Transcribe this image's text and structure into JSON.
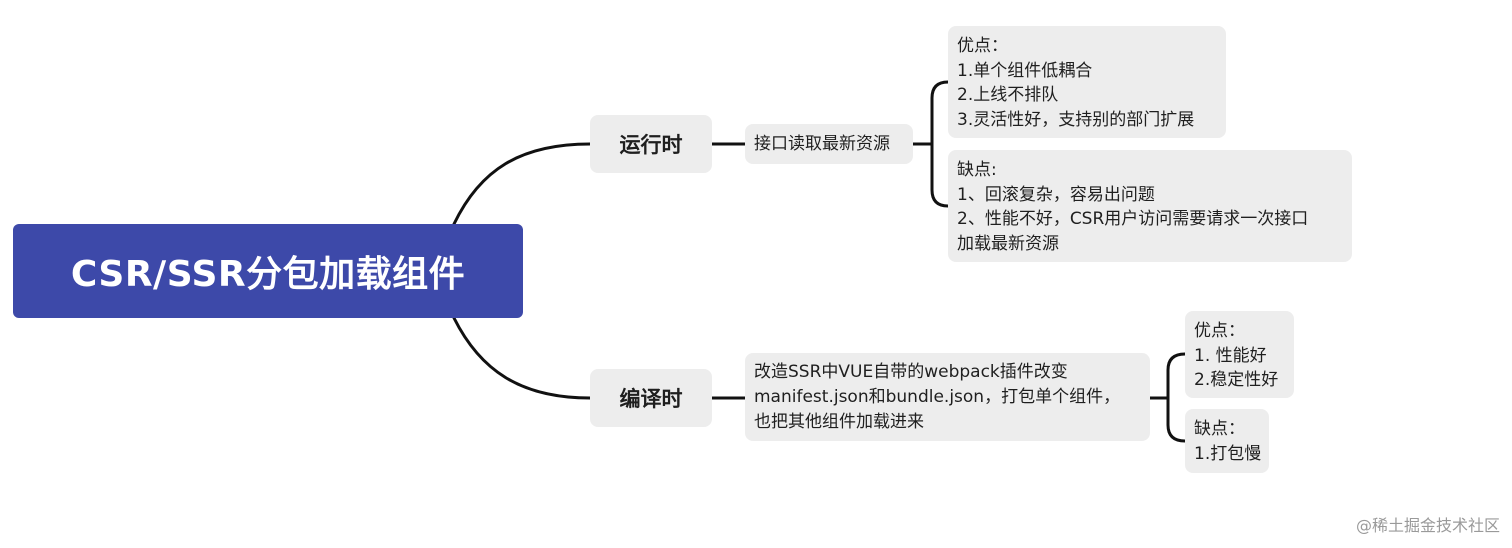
{
  "root": {
    "title": "CSR/SSR分包加载组件"
  },
  "branches": {
    "runtime": {
      "label": "运行时",
      "mechanism": [
        "接口读取最新资源"
      ],
      "pros": [
        "优点：",
        "1.单个组件低耦合",
        "2.上线不排队",
        "3.灵活性好，支持别的部门扩展"
      ],
      "cons": [
        "缺点:",
        "1、回滚复杂，容易出问题",
        "2、性能不好，CSR用户访问需要请求一次接口",
        "加载最新资源"
      ]
    },
    "compile": {
      "label": "编译时",
      "mechanism": [
        "改造SSR中VUE自带的webpack插件改变",
        "manifest.json和bundle.json，打包单个组件，",
        "也把其他组件加载进来"
      ],
      "pros": [
        "优点：",
        "1. 性能好",
        "2.稳定性好"
      ],
      "cons": [
        "缺点：",
        "1.打包慢"
      ]
    }
  },
  "watermark": "@稀土掘金技术社区",
  "colors": {
    "root_background": "#3d49a9",
    "node_background": "#ededed",
    "connector": "#111111",
    "watermark": "#9a9a9a"
  }
}
